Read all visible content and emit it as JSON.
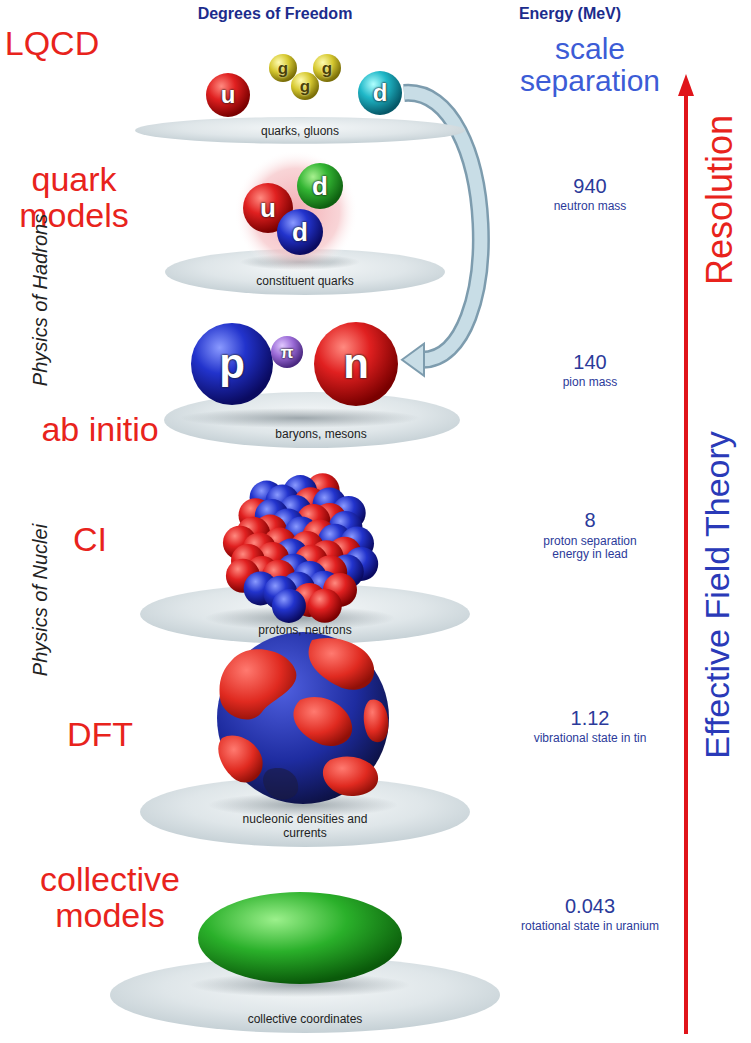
{
  "diagram": {
    "nodes": [
      {
        "text": [
          "u"
        ]
      },
      {
        "text": [
          "g"
        ]
      },
      {
        "text": [
          "g"
        ]
      },
      {
        "text": [
          "g"
        ]
      },
      {
        "text": [
          "d"
        ]
      },
      {
        "text": [
          "quarks, gluons"
        ]
      },
      {
        "text": [
          "u"
        ]
      },
      {
        "text": [
          "d"
        ]
      },
      {
        "text": [
          "d"
        ]
      },
      {
        "text": [
          "constituent quarks"
        ]
      },
      {
        "text": [
          "p"
        ]
      },
      {
        "text": [
          "π"
        ]
      },
      {
        "text": [
          "n"
        ]
      },
      {
        "text": [
          "baryons, mesons"
        ]
      },
      {
        "text": [
          "protons, neutrons"
        ]
      },
      {
        "text": [
          "nucleonic densities and currents"
        ]
      },
      {
        "text": [
          "collective coordinates"
        ]
      }
    ],
    "edges": [
      {
        "from": 4,
        "to": 12,
        "arrow": "to"
      }
    ],
    "labels": [
      "Degrees of Freedom",
      "Energy (MeV)",
      "LQCD",
      "scale separation",
      "quark models",
      "940",
      "neutron mass",
      "Physics of Hadrons",
      "ab initio",
      "140",
      "pion mass",
      "CI",
      "8",
      "proton separation energy in lead",
      "Physics of Nuclei",
      "DFT",
      "1.12",
      "vibrational state in tin",
      "collective models",
      "0.043",
      "rotational state in uranium",
      "Resolution",
      "Effective Field Theory"
    ]
  }
}
